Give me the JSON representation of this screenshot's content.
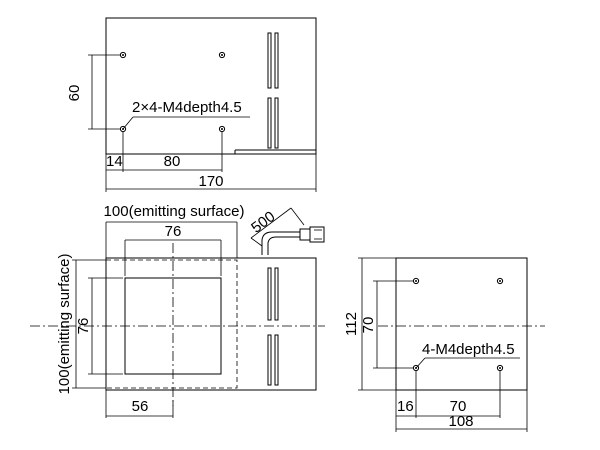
{
  "top_view": {
    "hole_spacing_v": "60",
    "hole_callout": "2×4-M4depth4.5",
    "offset_x": "14",
    "hole_spacing_h": "80",
    "overall_width": "170"
  },
  "front_view": {
    "emitting_width": "100(emitting surface)",
    "cable_length": "500",
    "inner_width": "76",
    "emitting_height": "100(emitting surface)",
    "inner_height": "76",
    "offset_x": "56"
  },
  "side_view": {
    "overall_height": "112",
    "hole_spacing_v": "70",
    "hole_callout": "4-M4depth4.5",
    "offset_x": "16",
    "hole_spacing_h": "70",
    "overall_width": "108"
  }
}
